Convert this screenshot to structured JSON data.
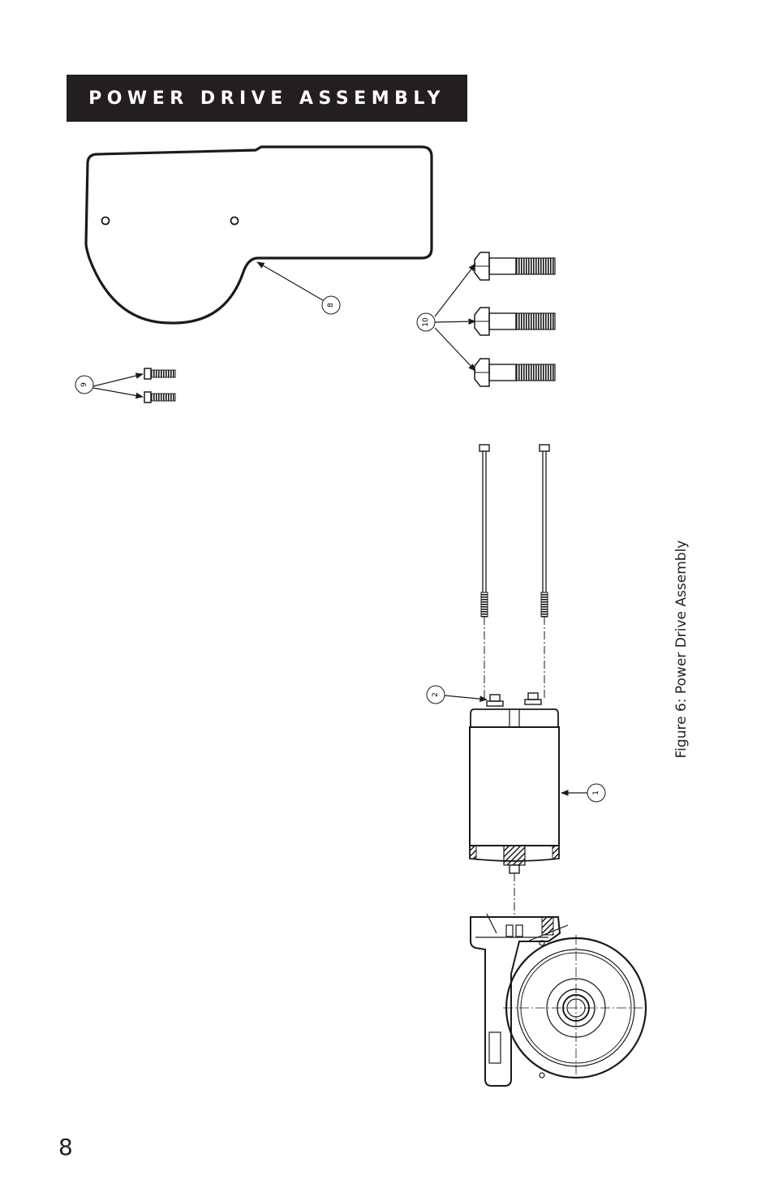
{
  "header": {
    "title": "POWER DRIVE ASSEMBLY"
  },
  "figure": {
    "caption": "Figure 6:  Power Drive Assembly",
    "callouts": {
      "c1": "1",
      "c2": "2",
      "c8": "8",
      "c9": "9",
      "c10": "10"
    }
  },
  "footer": {
    "page_number": "8"
  }
}
